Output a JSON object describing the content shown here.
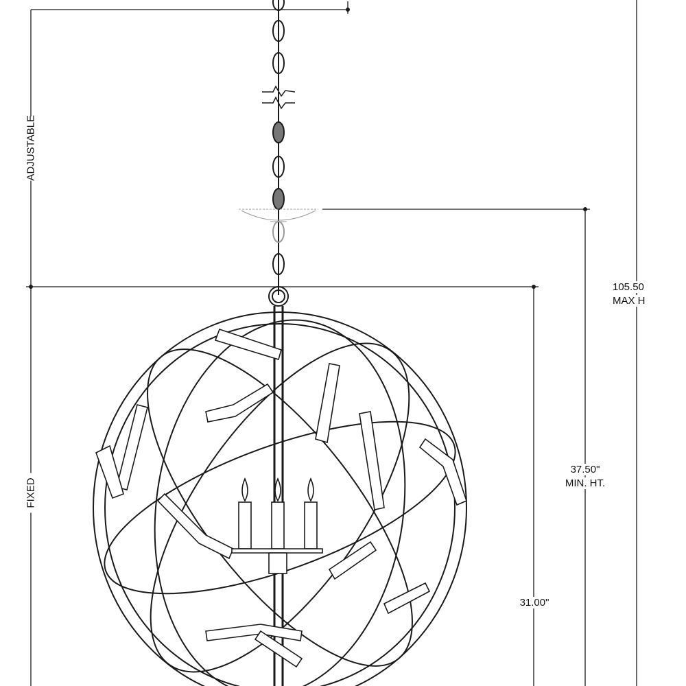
{
  "drawing": {
    "left_dimensions": {
      "adjustable_label": "ADJUSTABLE",
      "fixed_label": "FIXED"
    },
    "right_dimensions": {
      "fixture_height": "31.00\"",
      "min_height_value": "37.50\"",
      "min_height_label": "MIN. HT.",
      "max_height_value": "105.50",
      "max_height_label": "MAX H"
    },
    "line_color": "#1a1a1a",
    "canopy_color": "#9a9a9a"
  }
}
